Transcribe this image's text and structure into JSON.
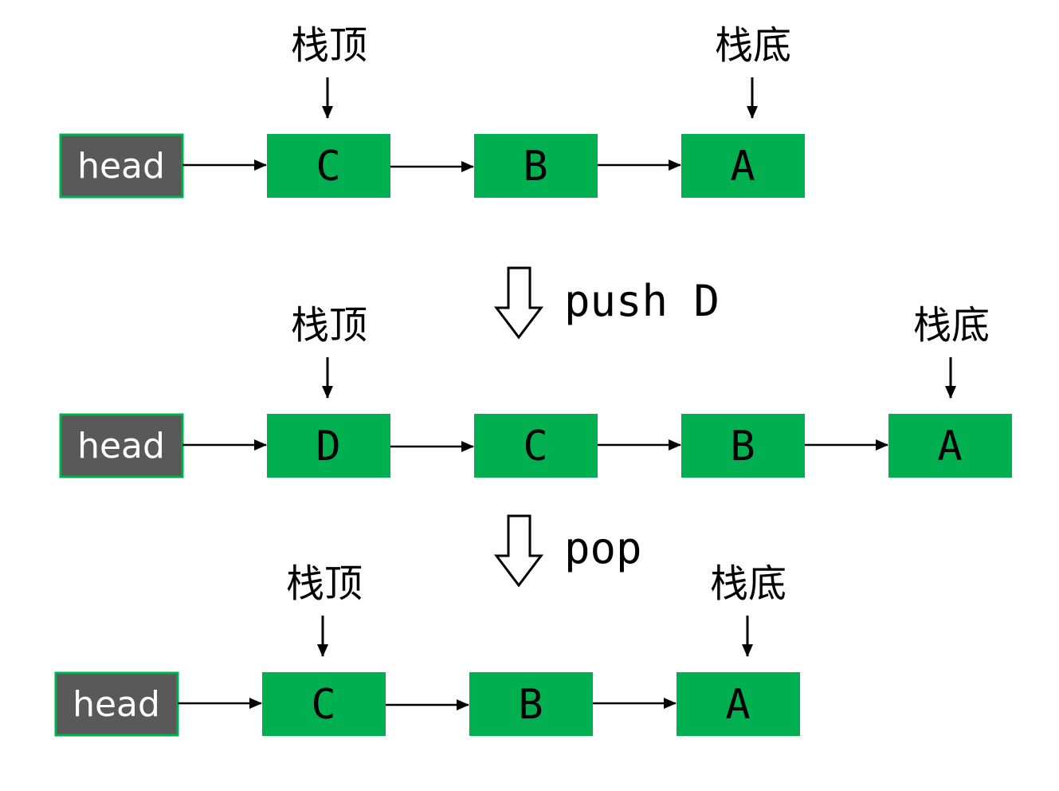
{
  "colors": {
    "node_fill": "#00b050",
    "head_fill": "#595959",
    "head_border": "#00b050"
  },
  "stacks": [
    {
      "head_label": "head",
      "nodes": [
        "C",
        "B",
        "A"
      ],
      "top_label": "栈顶",
      "bottom_label": "栈底"
    },
    {
      "head_label": "head",
      "nodes": [
        "D",
        "C",
        "B",
        "A"
      ],
      "top_label": "栈顶",
      "bottom_label": "栈底"
    },
    {
      "head_label": "head",
      "nodes": [
        "C",
        "B",
        "A"
      ],
      "top_label": "栈顶",
      "bottom_label": "栈底"
    }
  ],
  "operations": [
    {
      "label": "push D",
      "icon": "down-arrow-icon"
    },
    {
      "label": "pop",
      "icon": "down-arrow-icon"
    }
  ]
}
